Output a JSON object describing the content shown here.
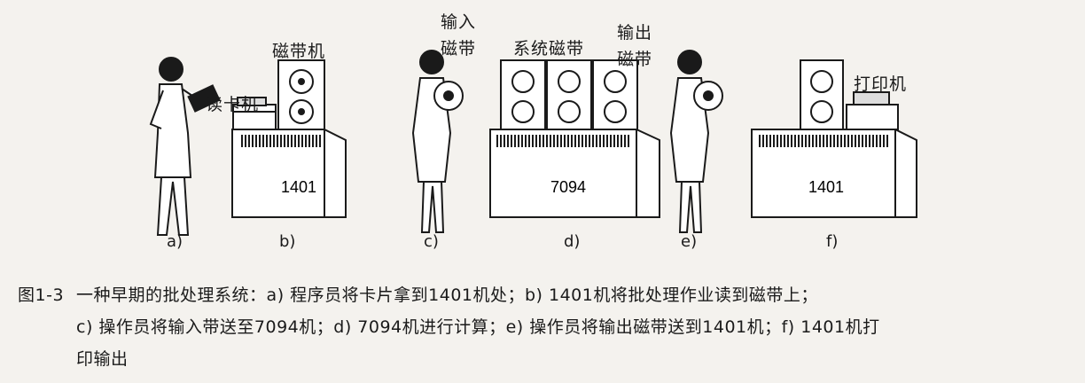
{
  "figure": {
    "labels": {
      "card_reader": "读卡机",
      "tape_drive": "磁带机",
      "input_tape_1": "输入",
      "input_tape_2": "磁带",
      "system_tape": "系统磁带",
      "output_tape_1": "输出",
      "output_tape_2": "磁带",
      "printer": "打印机"
    },
    "machines": {
      "m1": "1401",
      "m2": "7094",
      "m3": "1401"
    },
    "sublabels": [
      "a)",
      "b)",
      "c)",
      "d)",
      "e)",
      "f)"
    ]
  },
  "caption": {
    "number": "图1-3",
    "line1": "一种早期的批处理系统：a) 程序员将卡片拿到1401机处；b) 1401机将批处理作业读到磁带上；",
    "line2": "c) 操作员将输入带送至7094机；d) 7094机进行计算；e) 操作员将输出磁带送到1401机；f) 1401机打",
    "line3": "印输出"
  },
  "colors": {
    "ink": "#1a1a1a",
    "paper": "#f4f2ee",
    "machine_fill": "#ffffff"
  }
}
